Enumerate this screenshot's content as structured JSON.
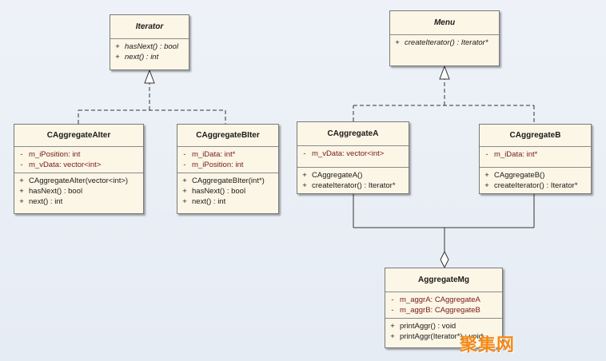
{
  "classes": {
    "iterator": {
      "name": "Iterator",
      "operations": [
        {
          "vis": "+",
          "text": "hasNext() : bool"
        },
        {
          "vis": "+",
          "text": "next() : int"
        }
      ]
    },
    "menu": {
      "name": "Menu",
      "operations": [
        {
          "vis": "+",
          "text": "createIterator() : Iterator*"
        }
      ]
    },
    "aggregate_a_iter": {
      "name": "CAggregateAIter",
      "attributes": [
        {
          "vis": "-",
          "text": "m_iPosition:  int"
        },
        {
          "vis": "-",
          "text": "m_vData:  vector<int>"
        }
      ],
      "operations": [
        {
          "vis": "+",
          "text": "CAggregateAIter(vector<int>)"
        },
        {
          "vis": "+",
          "text": "hasNext() : bool"
        },
        {
          "vis": "+",
          "text": "next() : int"
        }
      ]
    },
    "aggregate_b_iter": {
      "name": "CAggregateBIter",
      "attributes": [
        {
          "vis": "-",
          "text": "m_iData:  int*"
        },
        {
          "vis": "-",
          "text": "m_iPosition:  int"
        }
      ],
      "operations": [
        {
          "vis": "+",
          "text": "CAggregateBIter(int*)"
        },
        {
          "vis": "+",
          "text": "hasNext() : bool"
        },
        {
          "vis": "+",
          "text": "next() : int"
        }
      ]
    },
    "aggregate_a": {
      "name": "CAggregateA",
      "attributes": [
        {
          "vis": "-",
          "text": "m_vData:  vector<int>"
        }
      ],
      "operations": [
        {
          "vis": "+",
          "text": "CAggregateA()"
        },
        {
          "vis": "+",
          "text": "createIterator() : Iterator*"
        }
      ]
    },
    "aggregate_b": {
      "name": "CAggregateB",
      "attributes": [
        {
          "vis": "-",
          "text": "m_iData:  int*"
        }
      ],
      "operations": [
        {
          "vis": "+",
          "text": "CAggregateB()"
        },
        {
          "vis": "+",
          "text": "createIterator() : Iterator*"
        }
      ]
    },
    "aggregate_mg": {
      "name": "AggregateMg",
      "attributes": [
        {
          "vis": "-",
          "text": "m_aggrA:  CAggregateA"
        },
        {
          "vis": "-",
          "text": "m_aggrB:  CAggregateB"
        }
      ],
      "operations": [
        {
          "vis": "+",
          "text": "printAggr() : void"
        },
        {
          "vis": "+",
          "text": "printAggr(Iterator*) : void"
        }
      ]
    }
  },
  "watermark": "聚集网",
  "colors": {
    "class_fill": "#fbf6e6",
    "attribute_text": "#7a1818",
    "watermark": "#f28a1a"
  }
}
